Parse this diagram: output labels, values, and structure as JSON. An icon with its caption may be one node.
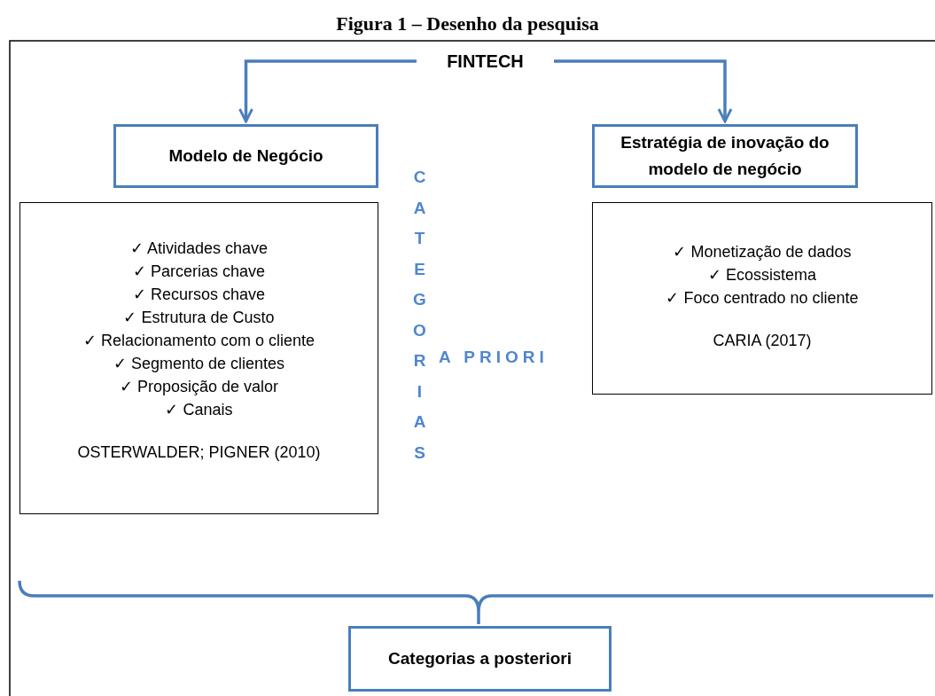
{
  "diagram": {
    "title": "Figura 1 – Desenho da pesquisa",
    "nodes": [
      {
        "text": [
          "FINTECH"
        ]
      },
      {
        "text": [
          "Modelo de Negócio"
        ]
      },
      {
        "text": [
          "Estratégia de inovação do modelo de negócio"
        ]
      },
      {
        "text": [
          "✓ Atividades chave",
          "✓ Parcerias chave",
          "✓ Recursos chave",
          "✓ Estrutura de Custo",
          "✓ Relacionamento com o cliente",
          "✓ Segmento de clientes",
          "✓ Proposição de valor",
          "✓ Canais",
          "OSTERWALDER; PIGNER (2010)"
        ]
      },
      {
        "text": [
          "✓ Monetização de dados",
          "✓ Ecossistema",
          "✓ Foco centrado no cliente",
          "CARIA (2017)"
        ]
      },
      {
        "text": [
          "Categorias a posteriori"
        ]
      }
    ],
    "edges": [
      {
        "from": 0,
        "to": 1,
        "arrow": "to"
      },
      {
        "from": 0,
        "to": 2,
        "arrow": "to"
      }
    ],
    "labels": [
      "CATEGORIAS",
      "A PRIORI"
    ]
  }
}
